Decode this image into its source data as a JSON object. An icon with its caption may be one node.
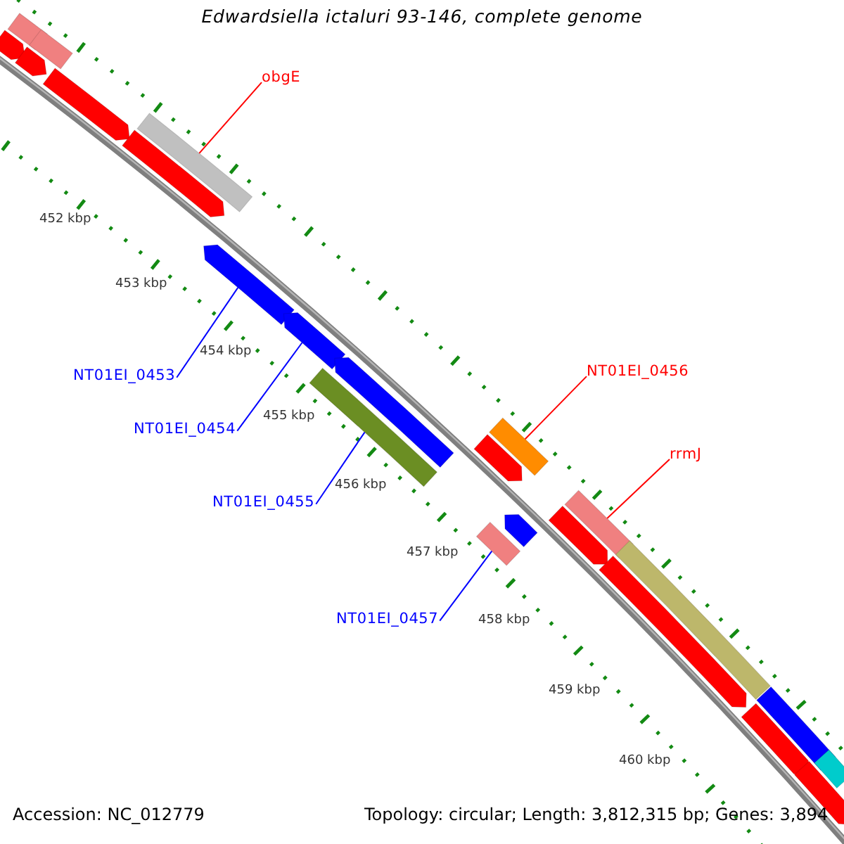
{
  "diagram": {
    "title": "Edwardsiella ictaluri 93-146, complete genome",
    "nodes": [
      {
        "text": [
          "obgE"
        ]
      },
      {
        "text": [],
        "shape": "bar"
      },
      {
        "text": [
          "NT01EI_0453"
        ]
      },
      {
        "text": [],
        "shape": "arrow"
      },
      {
        "text": [
          "NT01EI_0454"
        ]
      },
      {
        "text": [],
        "shape": "arrow"
      },
      {
        "text": [
          "NT01EI_0455"
        ]
      },
      {
        "text": [],
        "shape": "bar"
      },
      {
        "text": [
          "NT01EI_0456"
        ]
      },
      {
        "text": [],
        "shape": "bar"
      },
      {
        "text": [
          "rrmJ"
        ]
      },
      {
        "text": [],
        "shape": "bar"
      },
      {
        "text": [
          "NT01EI_0457"
        ]
      },
      {
        "text": [],
        "shape": "bar"
      },
      {
        "text": [],
        "shape": "bar"
      },
      {
        "text": [],
        "shape": "arrow"
      },
      {
        "text": [],
        "shape": "bar"
      },
      {
        "text": [],
        "shape": "arrow"
      },
      {
        "text": [],
        "shape": "arrow"
      },
      {
        "text": [],
        "shape": "arrow"
      },
      {
        "text": [],
        "shape": "arrow"
      },
      {
        "text": [],
        "shape": "arrow"
      },
      {
        "text": [],
        "shape": "arrow"
      },
      {
        "text": [],
        "shape": "arrow"
      },
      {
        "text": [],
        "shape": "arrow"
      },
      {
        "text": [],
        "shape": "bar"
      },
      {
        "text": [],
        "shape": "bar"
      },
      {
        "text": [],
        "shape": "arrow"
      },
      {
        "text": [],
        "shape": "arrow"
      },
      {
        "text": [],
        "shape": "bar"
      }
    ],
    "edges": [
      {
        "from": 0,
        "to": 1,
        "arrow": "none",
        "color": "#ff0000"
      },
      {
        "from": 2,
        "to": 3,
        "arrow": "none"
      },
      {
        "from": 4,
        "to": 5,
        "arrow": "none"
      },
      {
        "from": 6,
        "to": 7,
        "arrow": "none"
      },
      {
        "from": 8,
        "to": 9,
        "arrow": "none",
        "color": "#ff0000"
      },
      {
        "from": 10,
        "to": 11,
        "arrow": "none",
        "color": "#ff0000"
      },
      {
        "from": 12,
        "to": 13,
        "arrow": "none"
      }
    ],
    "labels": [
      "452 kbp",
      "453 kbp",
      "454 kbp",
      "455 kbp",
      "456 kbp",
      "457 kbp",
      "458 kbp",
      "459 kbp",
      "460 kbp",
      "Accession: NC_012779",
      "Topology: circular; Length: 3,812,315 bp; Genes: 3,894"
    ]
  }
}
